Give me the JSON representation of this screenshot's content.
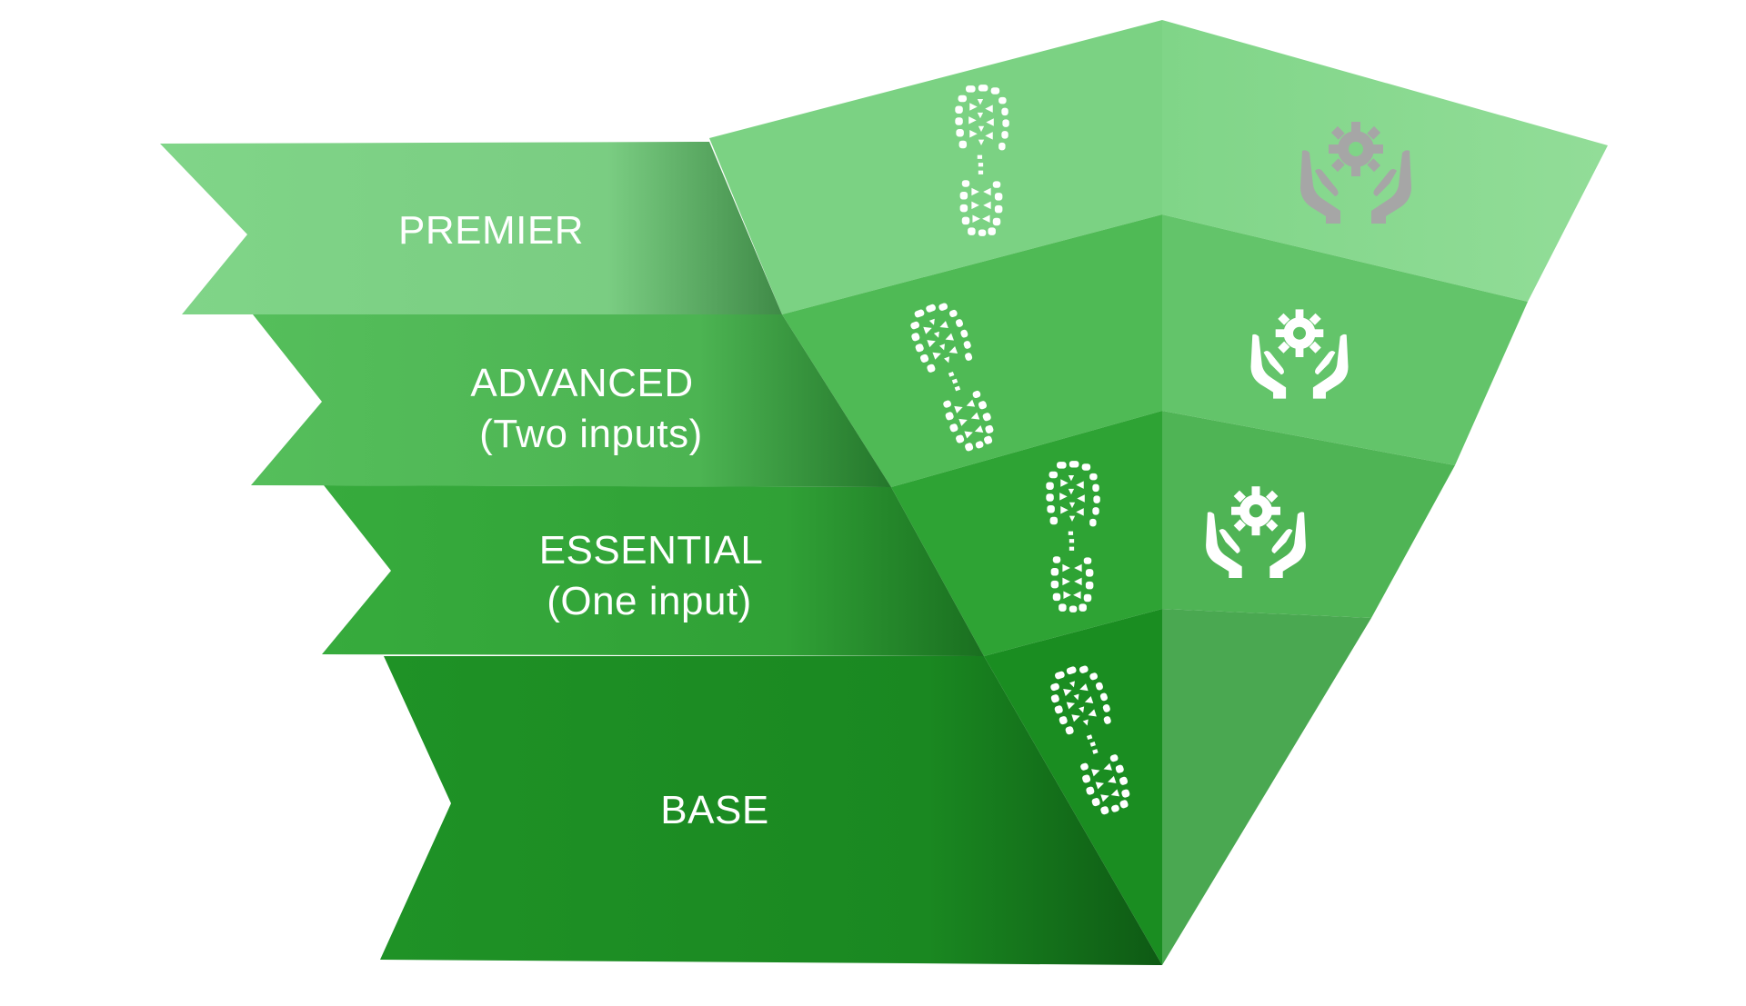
{
  "diagram": {
    "tiers": [
      {
        "id": "premier",
        "line1": "PREMIER",
        "line2": "",
        "icon": "hands-gear-icon-grey"
      },
      {
        "id": "advanced",
        "line1": "ADVANCED",
        "line2": "(Two inputs)",
        "icon": "hands-gear-icon"
      },
      {
        "id": "essential",
        "line1": "ESSENTIAL",
        "line2": "(One input)",
        "icon": "hands-gear-icon"
      },
      {
        "id": "base",
        "line1": "BASE",
        "line2": "",
        "icon": ""
      }
    ],
    "colors": {
      "premier": "#7fd487",
      "advanced": "#52bb58",
      "essential": "#34a83a",
      "base": "#1b8e22",
      "icon_white": "#ffffff",
      "icon_grey": "#a6a6a6"
    }
  }
}
